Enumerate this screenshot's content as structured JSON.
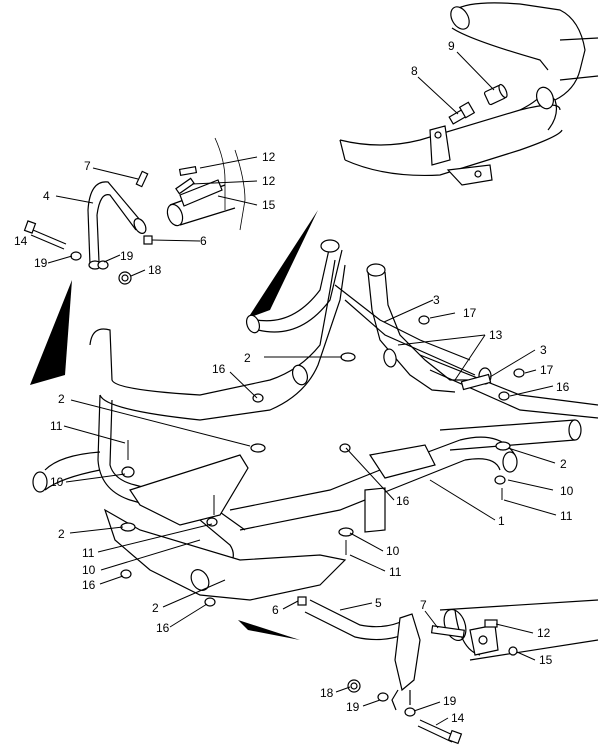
{
  "diagram": {
    "labels": {
      "l1": "1",
      "l2a": "2",
      "l2b": "2",
      "l2c": "2",
      "l2d": "2",
      "l2e": "2",
      "l3a": "3",
      "l3b": "3",
      "l4": "4",
      "l5": "5",
      "l6a": "6",
      "l6b": "6",
      "l7a": "7",
      "l7b": "7",
      "l8": "8",
      "l9": "9",
      "l10a": "10",
      "l10b": "10",
      "l10c": "10",
      "l10d": "10",
      "l11a": "11",
      "l11b": "11",
      "l11c": "11",
      "l11d": "11",
      "l12a": "12",
      "l12b": "12",
      "l12c": "12",
      "l13": "13",
      "l14a": "14",
      "l14b": "14",
      "l15a": "15",
      "l15b": "15",
      "l16a": "16",
      "l16b": "16",
      "l16c": "16",
      "l16d": "16",
      "l16e": "16",
      "l17a": "17",
      "l17b": "17",
      "l18a": "18",
      "l18b": "18",
      "l19a": "19",
      "l19b": "19",
      "l19c": "19",
      "l19d": "19"
    }
  }
}
